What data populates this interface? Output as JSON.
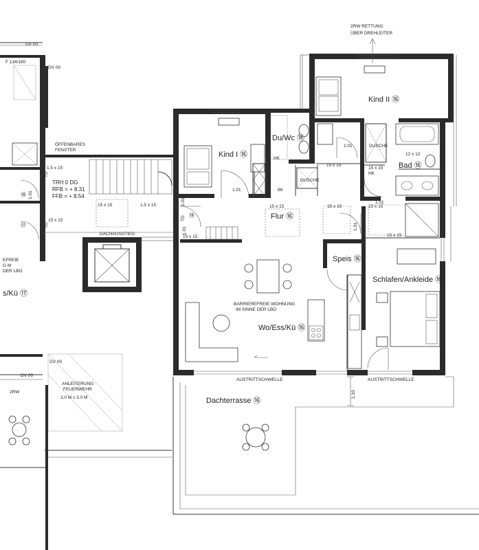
{
  "labels": {
    "dv00_top": "DV 00",
    "dv00_left": "DV 00",
    "f_label": "F 134/180",
    "rescue_line1": "2RW RETTUNG",
    "rescue_line2": "ÜBER DREHLEITER",
    "kind2": "Kind II ⑯",
    "kind1": "Kind I ⑯",
    "duwc": "Du/Wc ⑯",
    "dusche1": "DUSCHE",
    "dusche2": "DUSCHE",
    "bad": "Bad ⑯",
    "bad_size": "12 x 12",
    "hk1": "HK",
    "hk2": "HK",
    "oeffenbares1": "ÖFFENBARES",
    "oeffenbares2": "FENSTER",
    "trh": "TRH 0 DG",
    "rfb": "RFB = + 8.31",
    "ffb": "FFB = + 8.54",
    "door18": "⑱",
    "door17": "⑰",
    "td1": "TD",
    "td2": "TD",
    "td3": "TD",
    "td4": "TD",
    "dachausstieg": "DACHAUSSTIEG",
    "flur": "Flur ⑯",
    "speis": "Speis ⑯",
    "schlafen": "Schlafen/Ankleide ⑯",
    "barriere1": "BARRIEREFREIE WOHNUNG",
    "barriere2": "IM SINNE DER LBO",
    "woesskue": "Wo/Ess/Kü ⑯",
    "austritt1": "AUSTRITTSCHWELLE",
    "austritt2": "AUSTRITTSCHWELLE",
    "dim110": "1.10",
    "dachterrasse": "Dachterrasse ⑯",
    "dv00_b1": "DV 00",
    "dv00_b2": "DV 00",
    "rw2": "2RW",
    "anleiter1": "ANLEITERUNG",
    "anleiter2": "FEUERWEHR",
    "anleiter3": "3.0 M x 3.0 M",
    "left_cut1": "EFREIE",
    "left_cut2": "G M",
    "left_cut3": "DER LBO",
    "left_cut4": "s/Kü ⑰",
    "d15a": "1.5 x 15",
    "d15b": "15 x 15",
    "d15c": "15 x 15",
    "d15d": "1.5 x 15",
    "d15e": "15 x 15",
    "d15f": "15 x 15",
    "d15g": "15 x 15",
    "d15h": "15 x 15",
    "d15i": "15 x 15",
    "d15j": "15 x 15",
    "d15k": "15 x 15",
    "d101a": "1.01",
    "d101b": "1.01",
    "d101c": "1.01",
    "d101d": "1.01",
    "d101e": "1.01",
    "d101f": "1.01",
    "d101g": "1.01",
    "d88": "88"
  }
}
